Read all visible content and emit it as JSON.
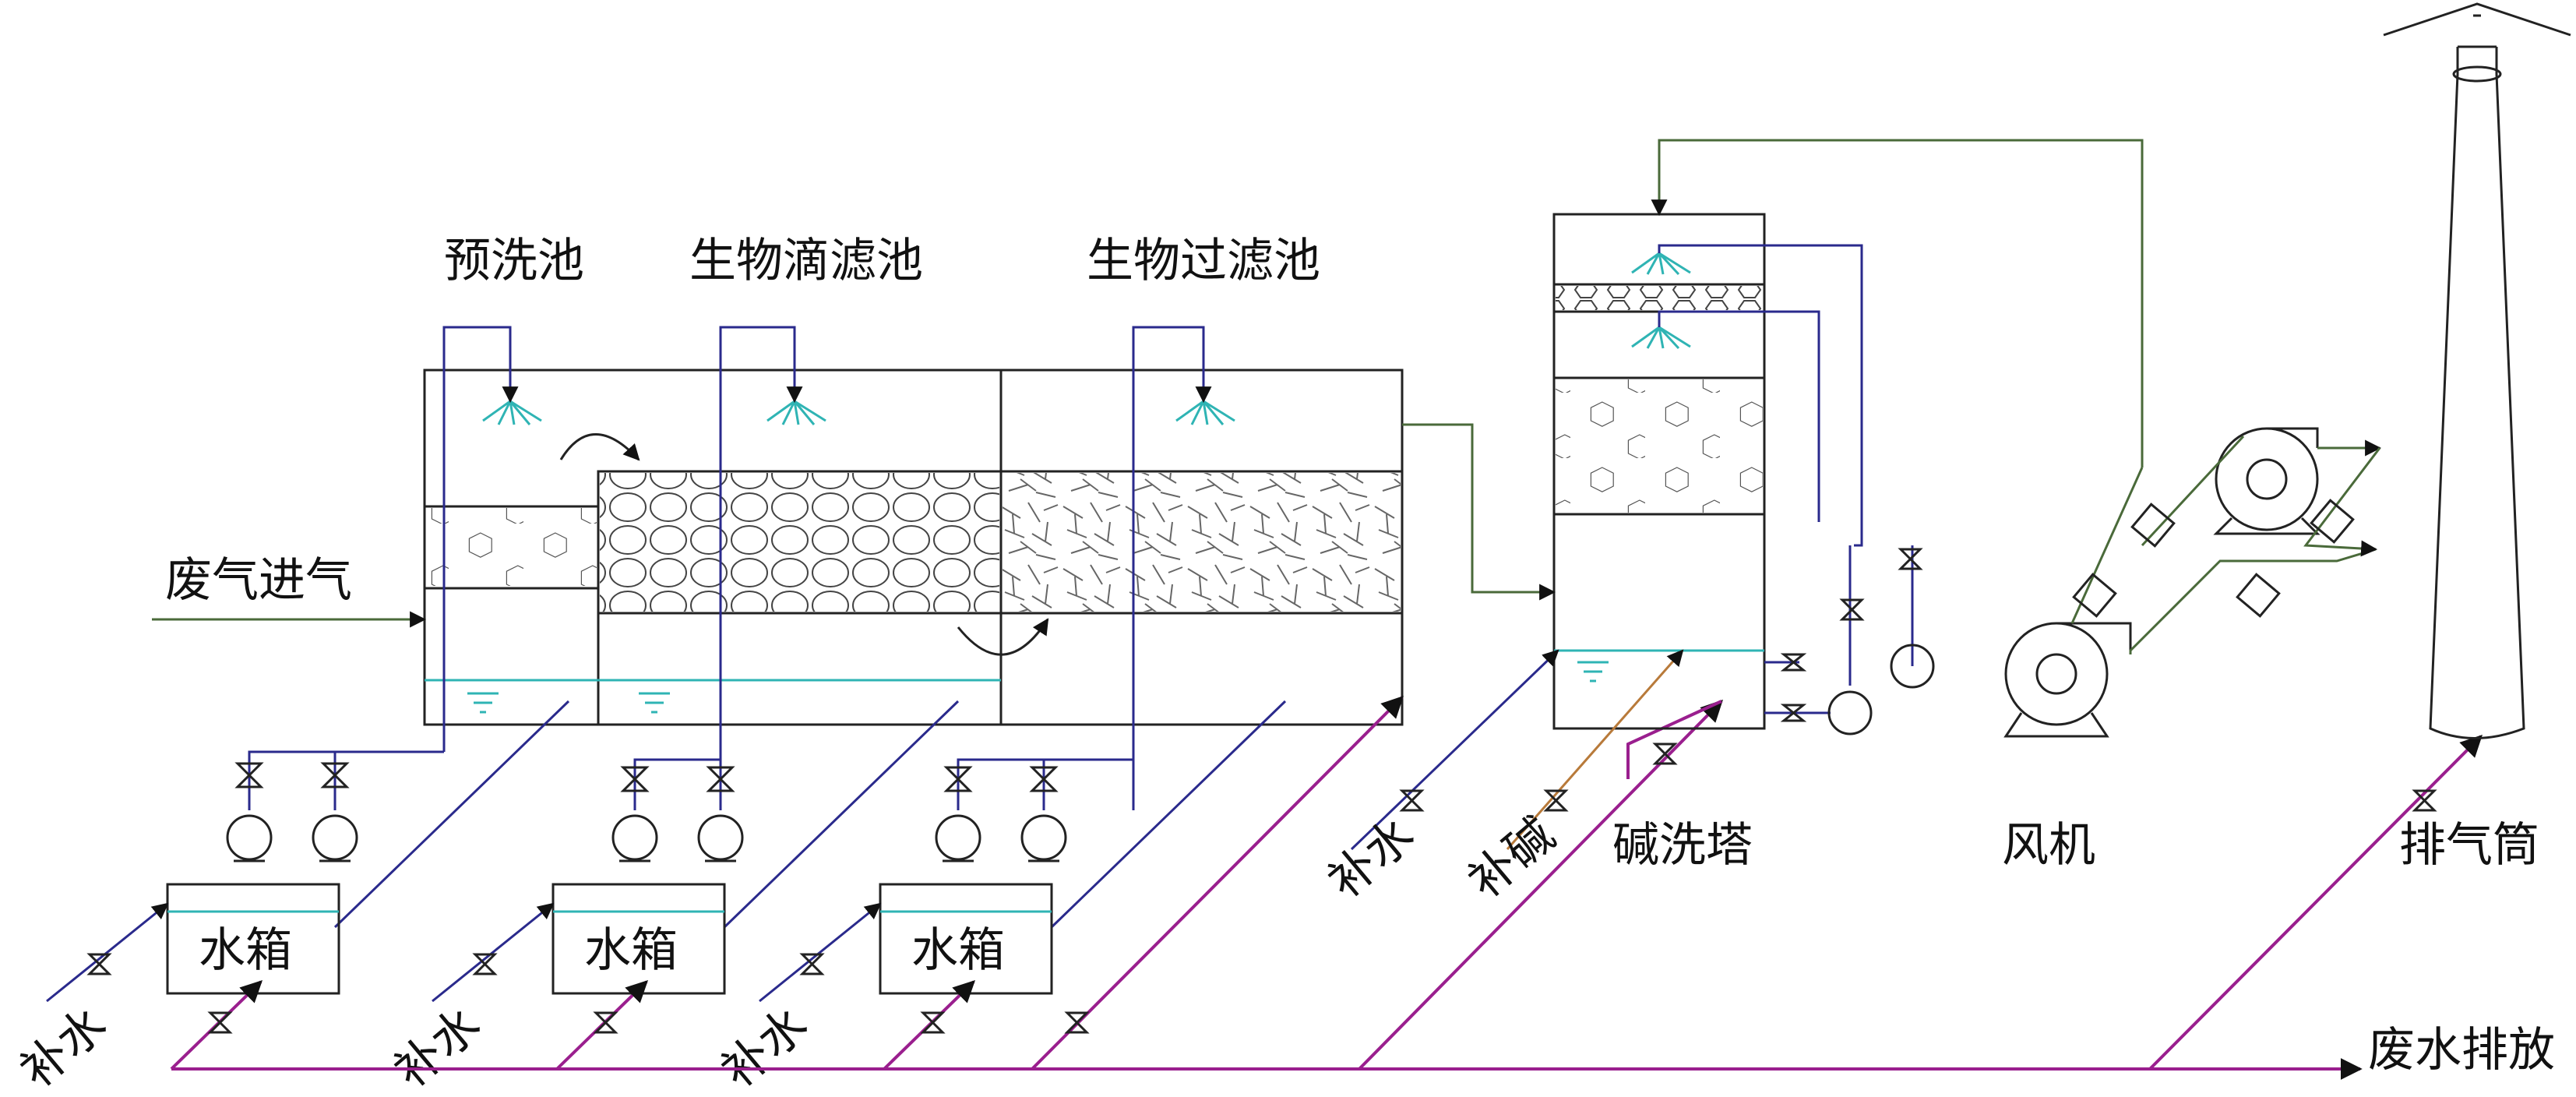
{
  "labels": {
    "prewash": "预洗池",
    "biotrickling": "生物滴滤池",
    "biofilter": "生物过滤池",
    "inlet": "废气进气",
    "tank": "水箱",
    "makeup_water": "补水",
    "makeup_alkali": "补碱",
    "scrubber": "碱洗塔",
    "fan": "风机",
    "stack": "排气筒",
    "wastewater": "废水排放"
  },
  "colors": {
    "blue_line": "#2a2a8c",
    "green_line": "#4a6a3a",
    "purple_line": "#9a1f8e",
    "teal": "#2fb4b4"
  }
}
